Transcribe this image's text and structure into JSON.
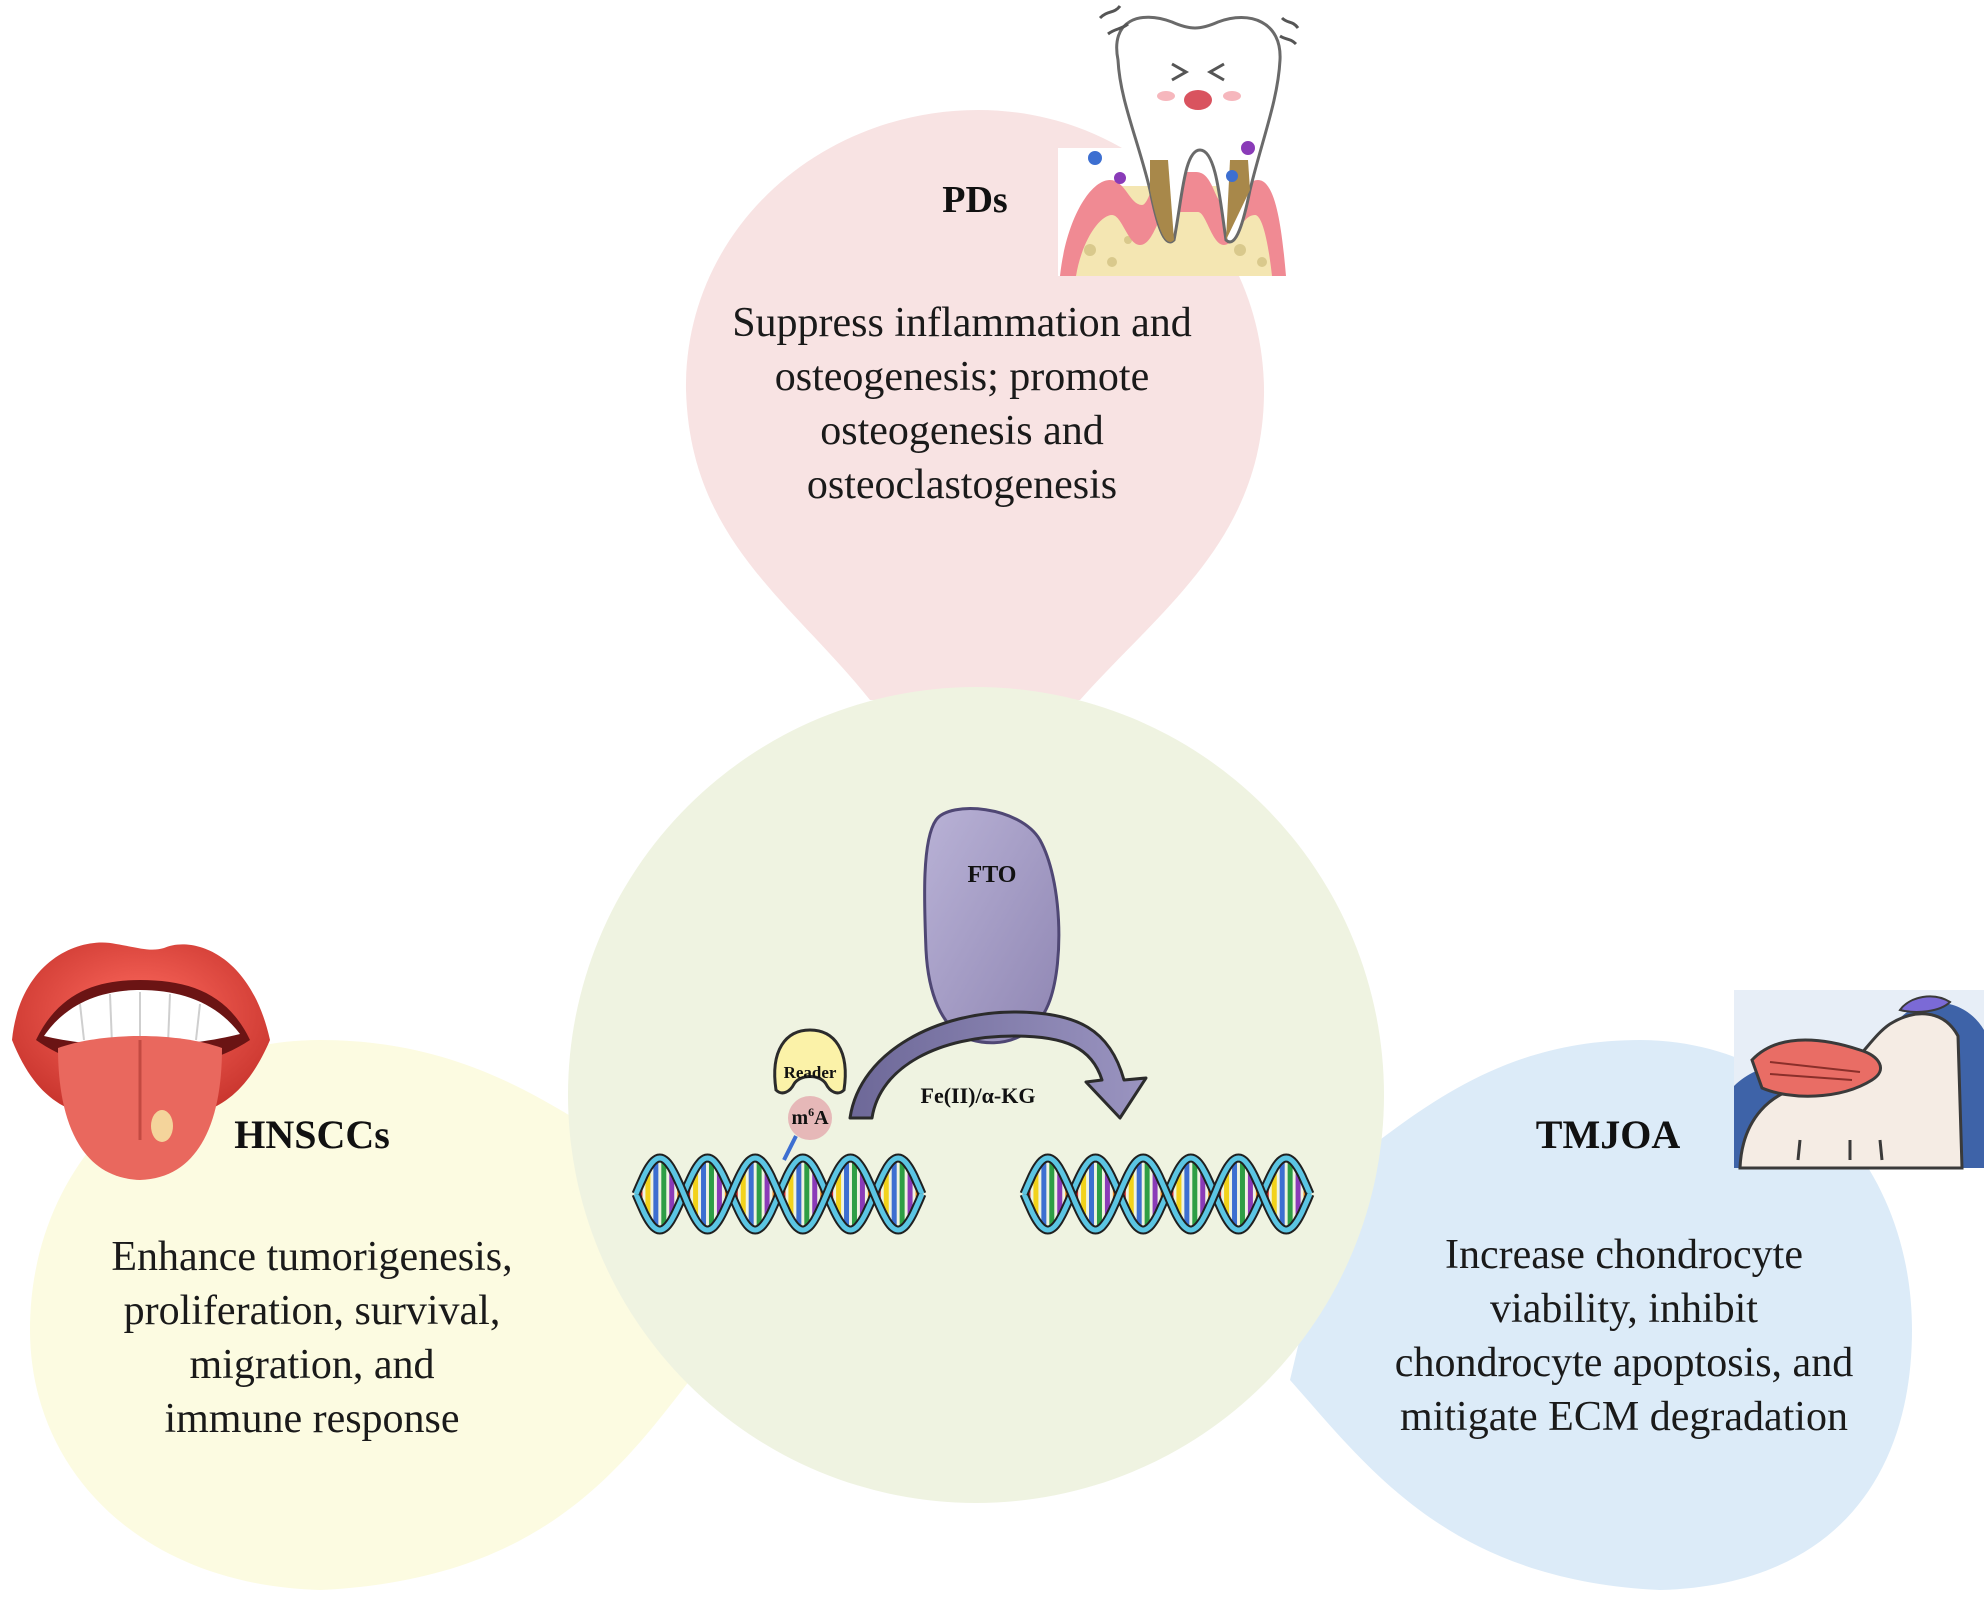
{
  "center": {
    "enzyme": "FTO",
    "reader": "Reader",
    "mark_base": "m",
    "mark_sup": "6",
    "mark_tail": "A",
    "cofactor": "Fe(II)/α-KG"
  },
  "panels": {
    "pds": {
      "title": "PDs",
      "lines": [
        "Suppress inflammation and",
        "osteogenesis; promote",
        "osteogenesis and",
        "osteoclastogenesis"
      ],
      "icon": "periodontal-tooth-icon"
    },
    "hnsccs": {
      "title": "HNSCCs",
      "lines": [
        "Enhance tumorigenesis,",
        "proliferation, survival,",
        "migration, and",
        "immune response"
      ],
      "icon": "mouth-tongue-icon"
    },
    "tmjoa": {
      "title": "TMJOA",
      "lines": [
        "Increase chondrocyte",
        "viability, inhibit",
        "chondrocyte apoptosis, and",
        "mitigate ECM degradation"
      ],
      "icon": "jaw-joint-icon"
    }
  },
  "colors": {
    "pds_fill": "#f8e3e3",
    "hnsccs_fill": "#fcfbe1",
    "tmjoa_fill": "#dcebf8",
    "center_fill": "#eff3e1",
    "fto_fill": "#a79fc4",
    "helix_blue": "#5bc5e3"
  }
}
